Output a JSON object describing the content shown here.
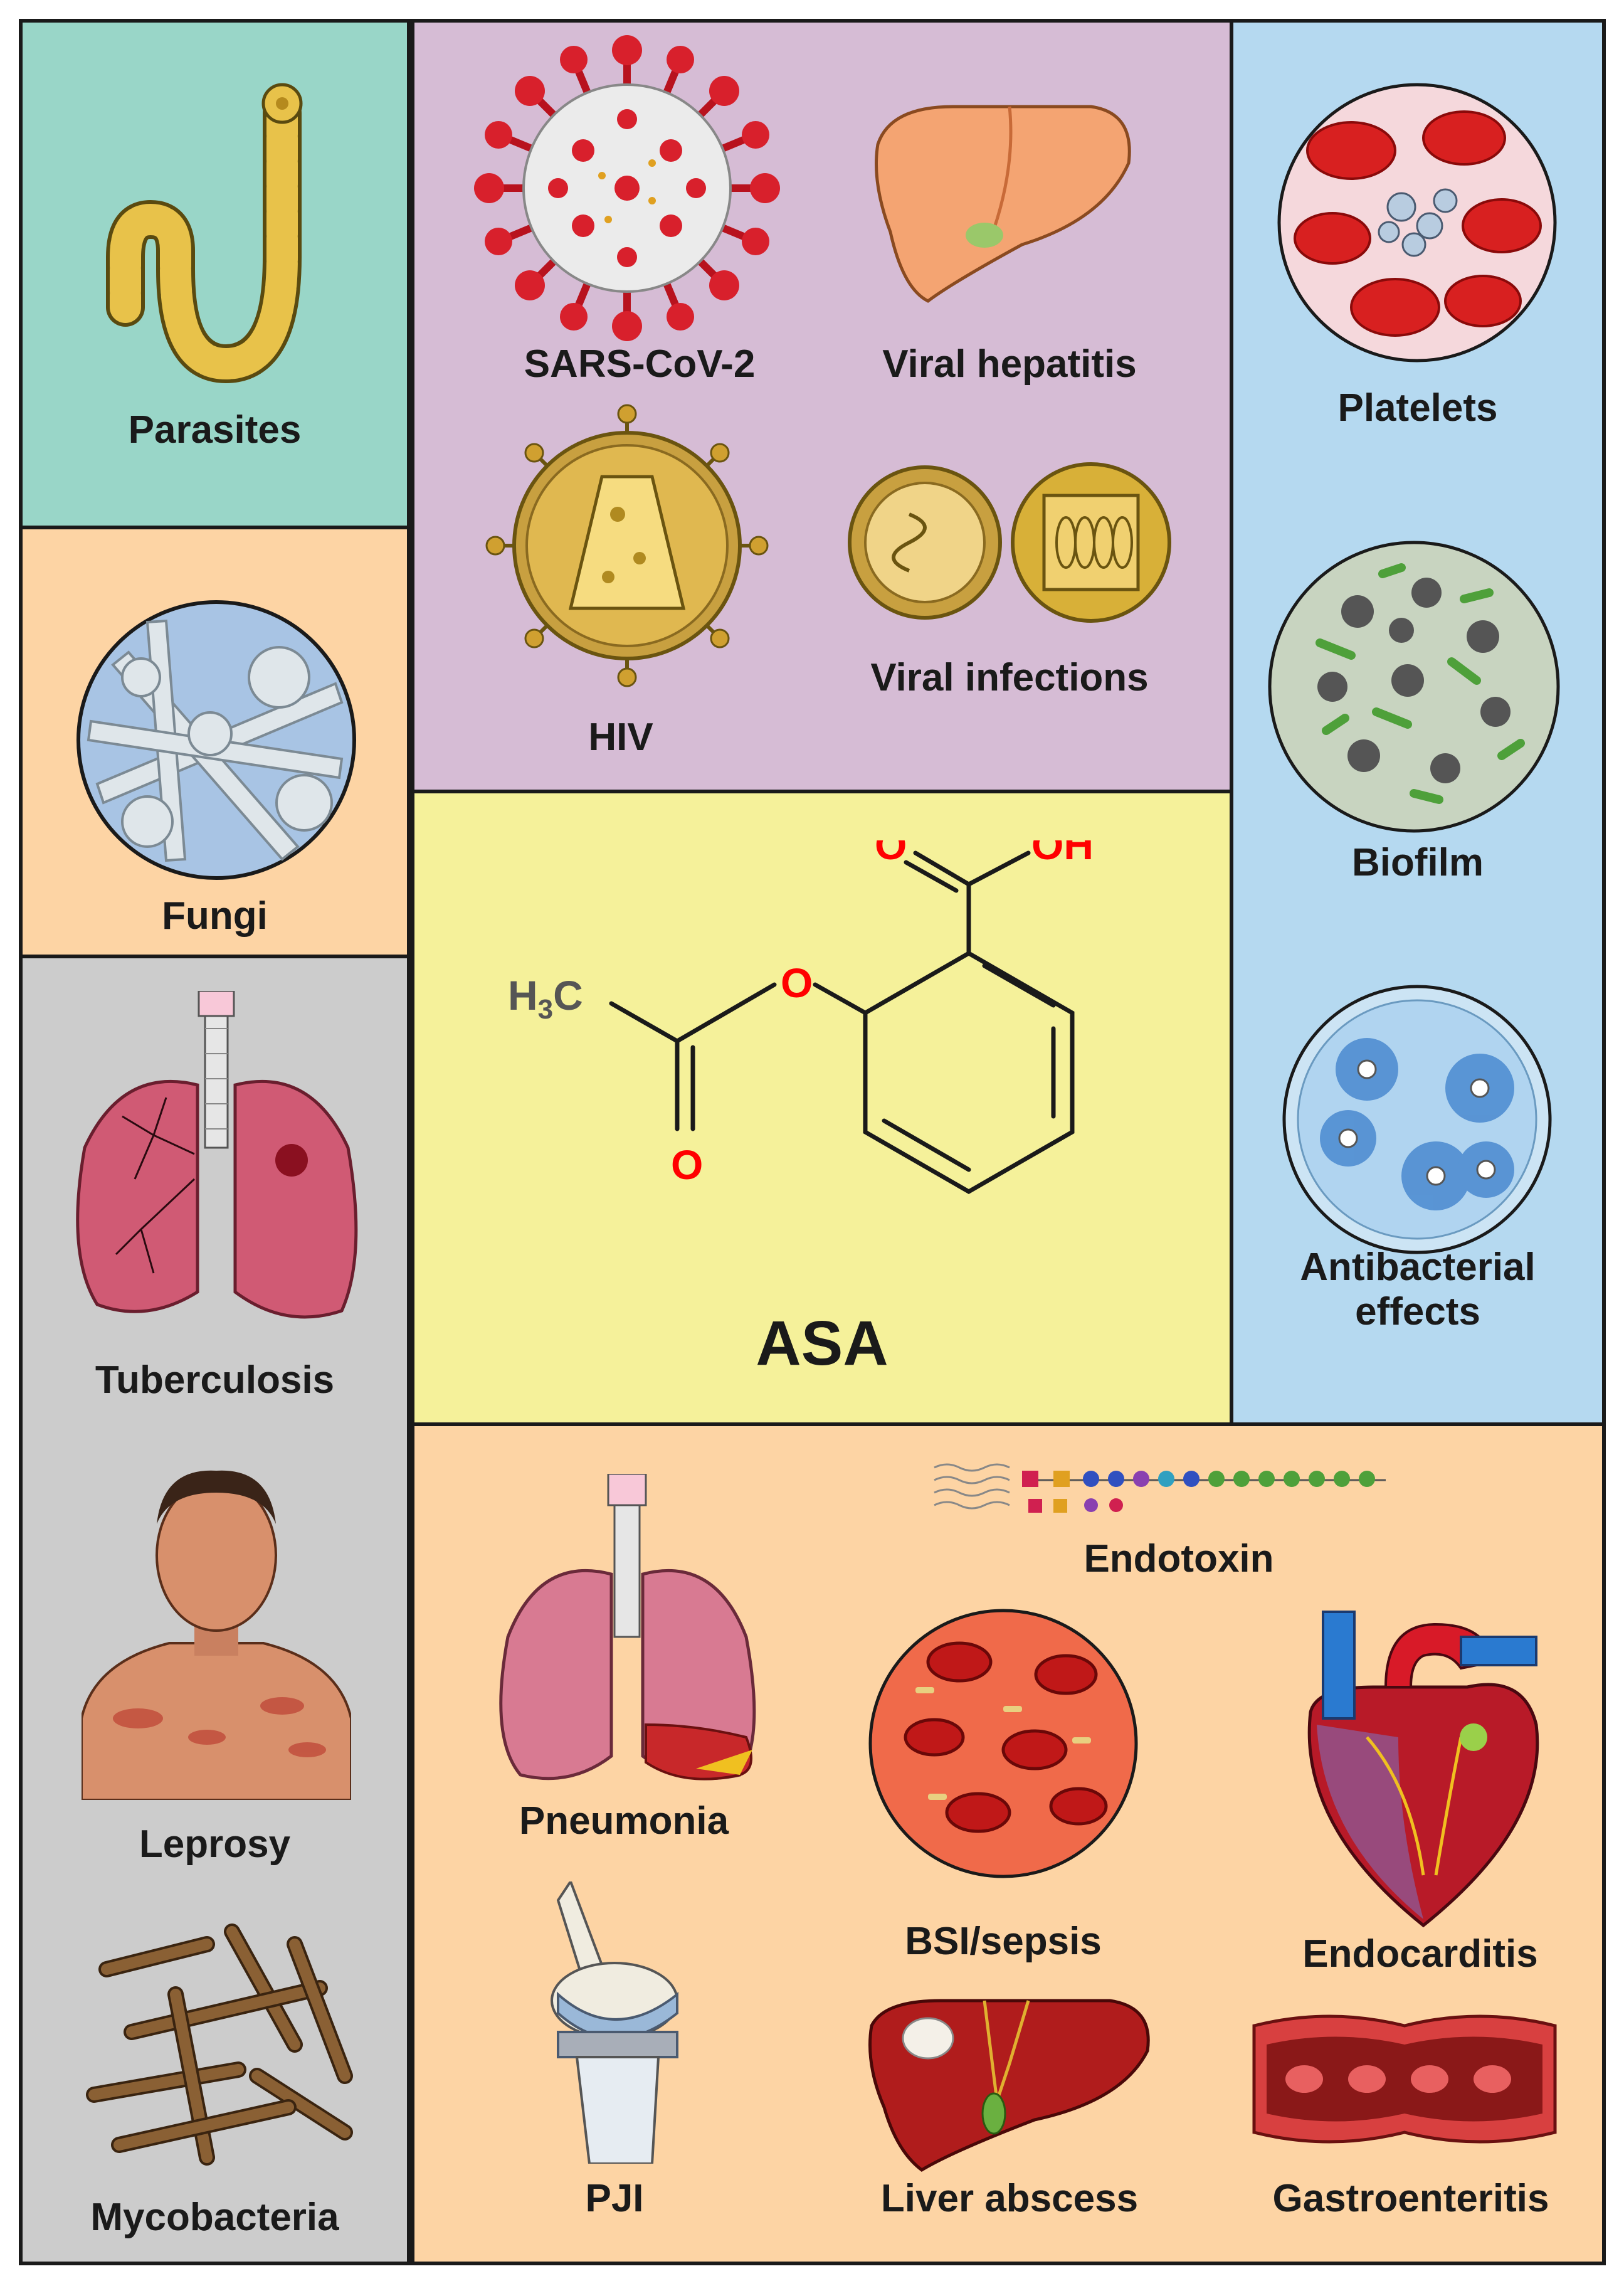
{
  "colors": {
    "parasites_bg": "#99d6c8",
    "fungi_bg": "#fdd4a4",
    "mycobacteria_bg": "#cccccc",
    "viral_bg": "#d6bcd5",
    "asa_bg": "#f5f19a",
    "right_bg": "#b5d9f0",
    "bacterial_bg": "#fdd4a4",
    "heteroatom_red": "#ff0000",
    "carbon_grey": "#555555"
  },
  "panels": {
    "parasites": {
      "labels": [
        "Parasites"
      ],
      "icons": [
        "worm-icon"
      ]
    },
    "fungi": {
      "labels": [
        "Fungi"
      ],
      "icons": [
        "fungi-hyphae-icon"
      ]
    },
    "mycobacteria": {
      "labels": [
        "Tuberculosis",
        "Leprosy",
        "Mycobacteria"
      ],
      "icons": [
        "lungs-tb-icon",
        "leprosy-patient-icon",
        "bacilli-icon"
      ]
    },
    "viral": {
      "labels": [
        "SARS-CoV-2",
        "Viral hepatitis",
        "HIV",
        "Viral infections"
      ],
      "icons": [
        "coronavirus-icon",
        "liver-icon",
        "hiv-virion-icon",
        "virus-particles-icon"
      ]
    },
    "asa": {
      "name": "ASA",
      "atoms": {
        "carbonyl_o_top": "O",
        "hydroxyl": "OH",
        "methyl": "H",
        "methyl_sub": "3",
        "methyl_c": "C",
        "ester_o": "O",
        "carbonyl_o_bottom": "O"
      }
    },
    "right": {
      "labels": [
        "Platelets",
        "Biofilm",
        "Antibacterial",
        "effects"
      ],
      "icons": [
        "platelets-icon",
        "biofilm-icon",
        "petri-dish-icon"
      ]
    },
    "bacterial": {
      "labels": [
        "Endotoxin",
        "Pneumonia",
        "BSI/sepsis",
        "Endocarditis",
        "PJI",
        "Liver abscess",
        "Gastroenteritis"
      ],
      "icons": [
        "endotoxin-icon",
        "pneumonia-lungs-icon",
        "blood-cells-icon",
        "heart-icon",
        "knee-implant-icon",
        "liver-abscess-icon",
        "intestine-icon"
      ]
    }
  }
}
